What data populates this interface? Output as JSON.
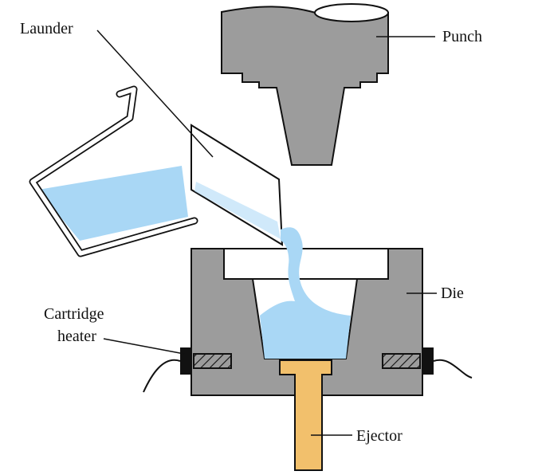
{
  "labels": {
    "launder": "Launder",
    "punch": "Punch",
    "cartridge_line1": "Cartridge",
    "cartridge_line2": "heater",
    "die": "Die",
    "ejector": "Ejector"
  },
  "colors": {
    "metal": "#9c9c9c",
    "molten": "#a9d7f5",
    "ejector": "#f2c06c",
    "outline": "#111111",
    "background": "#ffffff"
  }
}
